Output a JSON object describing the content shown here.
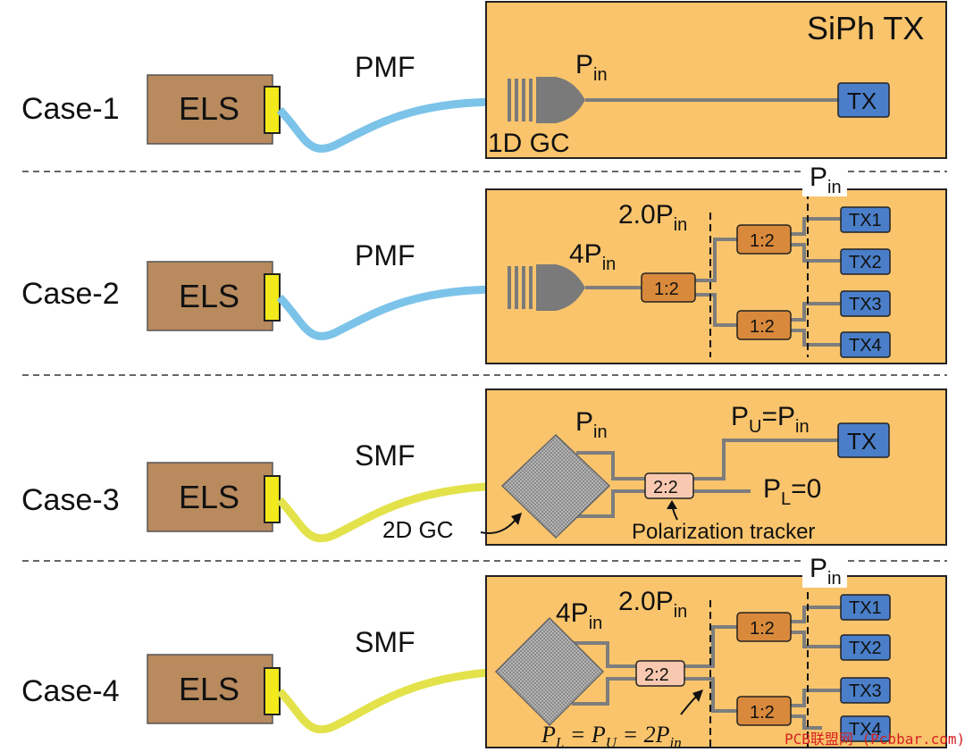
{
  "colors": {
    "chip_fill": "#f9c46c",
    "els_fill": "#b88a5e",
    "connector_fill": "#f2ea1a",
    "pmf_color": "#7cc3e9",
    "smf_color": "#e3e24a",
    "waveguide": "#7d7d7d",
    "tx_fill": "#4a7ec8",
    "splitter_fill": "#d9893b",
    "tracker_fill": "#f8c9b0",
    "grating": "#7a7a7a"
  },
  "title": "SiPh TX",
  "cases": [
    {
      "label": "Case-1",
      "els": "ELS",
      "fiber": "PMF"
    },
    {
      "label": "Case-2",
      "els": "ELS",
      "fiber": "PMF"
    },
    {
      "label": "Case-3",
      "els": "ELS",
      "fiber": "SMF"
    },
    {
      "label": "Case-4",
      "els": "ELS",
      "fiber": "SMF"
    }
  ],
  "case1": {
    "grating_label": "1D GC",
    "p_in": "P",
    "p_in_sub": "in",
    "tx": "TX"
  },
  "case2": {
    "p_top": "P",
    "p_top_sub": "in",
    "p_mid": "2.0P",
    "p_mid_sub": "in",
    "p_gc": "4P",
    "p_gc_sub": "in",
    "splitters": [
      "1:2",
      "1:2",
      "1:2"
    ],
    "tx": [
      "TX1",
      "TX2",
      "TX3",
      "TX4"
    ]
  },
  "case3": {
    "p_in": "P",
    "p_in_sub": "in",
    "pu_a": "P",
    "pu_a_sub": "U",
    "pu_b": "=P",
    "pu_b_sub": "in",
    "pl": "P",
    "pl_sub": "L",
    "pl_val": "=0",
    "tracker": "2:2",
    "tx": "TX",
    "gc_label": "2D GC",
    "tracker_label": "Polarization tracker"
  },
  "case4": {
    "p_top": "P",
    "p_top_sub": "in",
    "p_mid": "2.0P",
    "p_mid_sub": "in",
    "p_gc": "4P",
    "p_gc_sub": "in",
    "tracker": "2:2",
    "splitters": [
      "1:2",
      "1:2"
    ],
    "tx": [
      "TX1",
      "TX2",
      "TX3",
      "TX4"
    ],
    "eq_pl": "P",
    "eq_pl_sub": "L",
    "eq_eq1": " = ",
    "eq_pu": "P",
    "eq_pu_sub": "U",
    "eq_eq2": " = 2",
    "eq_pin": "P",
    "eq_pin_sub": "in"
  },
  "watermark": "PCB联盟网 (Pcbbar.com)"
}
